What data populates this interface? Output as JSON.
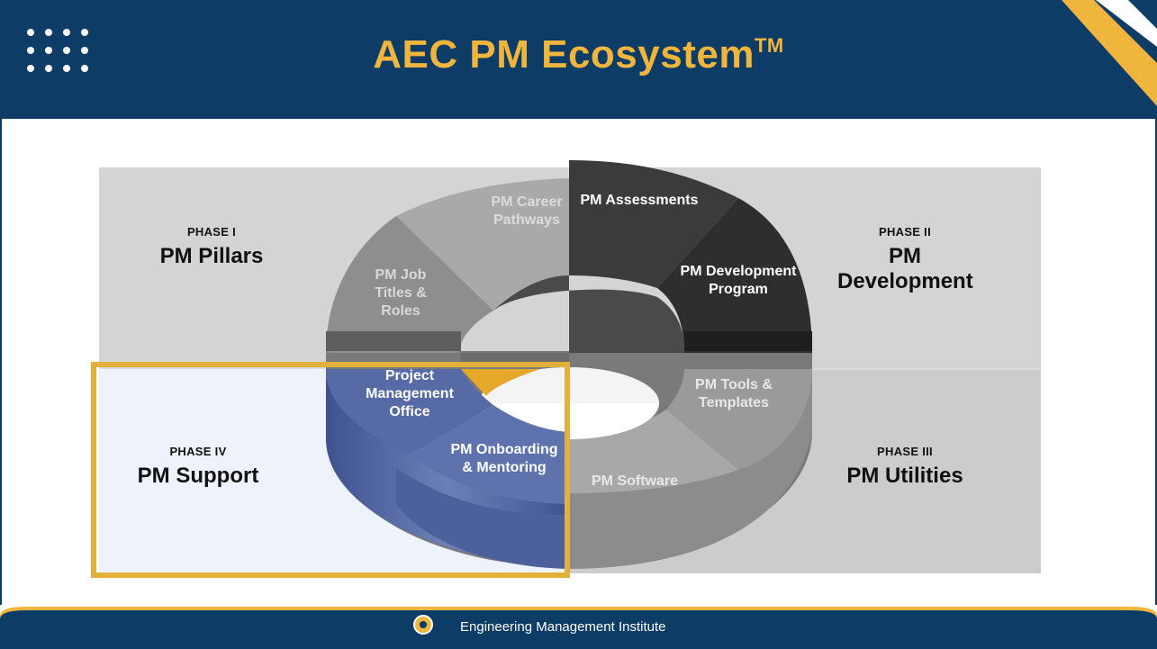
{
  "header": {
    "title": "AEC PM Ecosystem",
    "trademark": "TM",
    "menu_icon": "dot-grid-icon"
  },
  "phases": [
    {
      "number": "PHASE I",
      "name": "PM Pillars"
    },
    {
      "number": "PHASE II",
      "name": "PM Development"
    },
    {
      "number": "PHASE III",
      "name": "PM Utilities"
    },
    {
      "number": "PHASE IV",
      "name": "PM Support"
    }
  ],
  "segments": {
    "career_pathways": "PM Career Pathways",
    "job_titles": "PM Job Titles & Roles",
    "assessments": "PM Assessments",
    "development_program": "PM Development Program",
    "tools_templates": "PM Tools & Templates",
    "software": "PM Software",
    "pmo": "Project Management Office",
    "onboarding": "PM Onboarding & Mentoring"
  },
  "highlighted_phase": "PHASE IV",
  "footer": {
    "text": "Engineering Management Institute"
  },
  "colors": {
    "navy": "#0d3c66",
    "gold": "#f0b53c",
    "highlight_blue": "#5a6ea8"
  }
}
